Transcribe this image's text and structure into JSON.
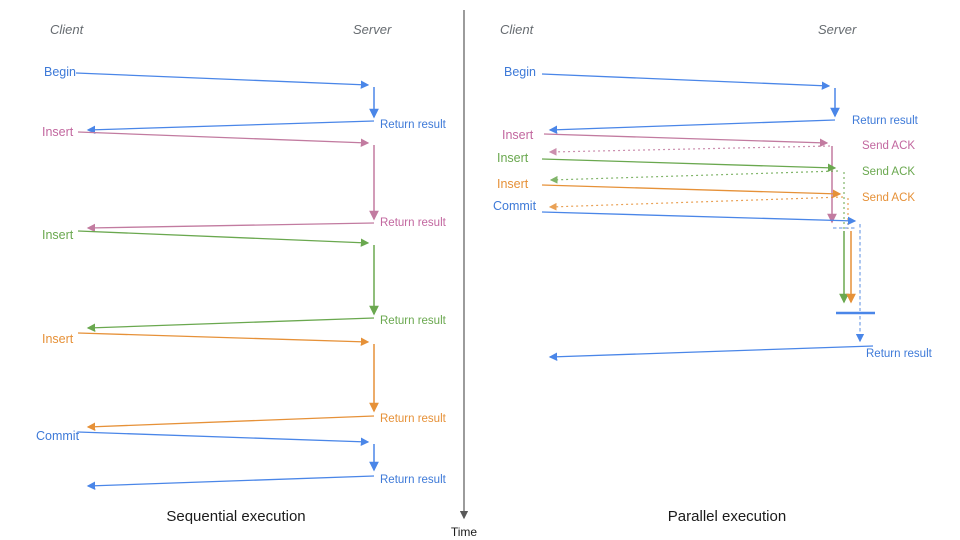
{
  "left": {
    "headers": {
      "client": "Client",
      "server": "Server"
    },
    "caption": "Sequential execution",
    "messages": [
      {
        "label": "Begin",
        "color": "#4a86e8",
        "response": "Return result"
      },
      {
        "label": "Insert",
        "color": "#c27ba0",
        "response": "Return result"
      },
      {
        "label": "Insert",
        "color": "#6aa84f",
        "response": "Return result"
      },
      {
        "label": "Insert",
        "color": "#e69138",
        "response": "Return result"
      },
      {
        "label": "Commit",
        "color": "#4a86e8",
        "response": "Return result"
      }
    ]
  },
  "right": {
    "headers": {
      "client": "Client",
      "server": "Server"
    },
    "caption": "Parallel execution",
    "messages": [
      {
        "label": "Begin",
        "color": "#4a86e8",
        "response": "Return result"
      },
      {
        "label": "Insert",
        "color": "#c27ba0",
        "response": "Send ACK"
      },
      {
        "label": "Insert",
        "color": "#6aa84f",
        "response": "Send ACK"
      },
      {
        "label": "Insert",
        "color": "#e69138",
        "response": "Send ACK"
      },
      {
        "label": "Commit",
        "color": "#4a86e8"
      }
    ],
    "final_return": "Return result"
  },
  "time_axis": {
    "label": "Time"
  },
  "colors": {
    "blue_line": "#4a86e8",
    "blue_text": "#3e7ad8",
    "pink": "#c27ba0",
    "green": "#6aa84f",
    "orange": "#e69138",
    "light_blue_dash": "#7fa8e8",
    "axis_gray": "#595959",
    "header_gray": "#666b70",
    "caption_dark": "#1b1b1b"
  }
}
